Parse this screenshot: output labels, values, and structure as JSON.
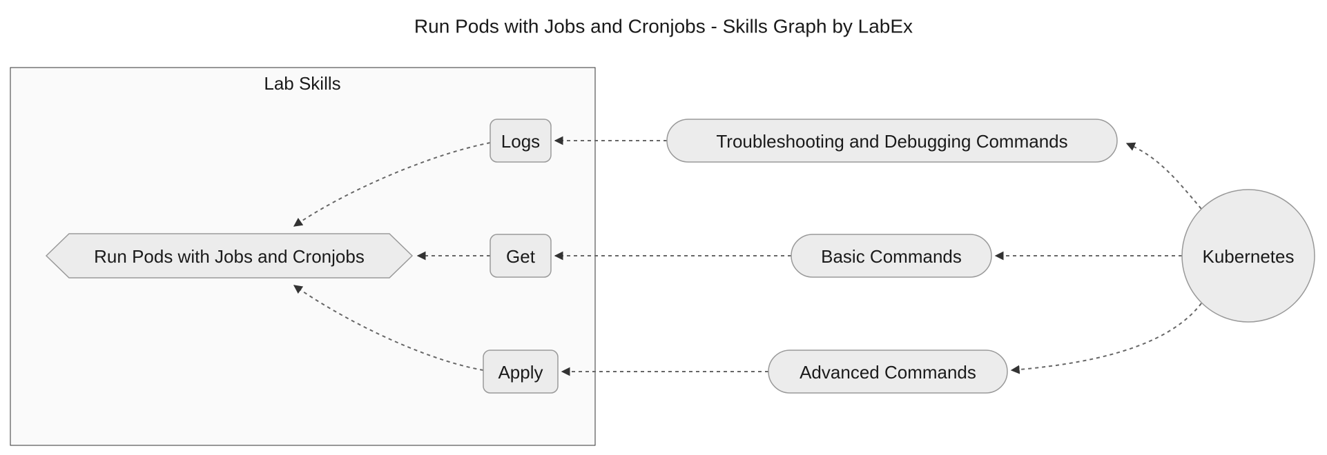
{
  "title": "Run Pods with Jobs and Cronjobs - Skills Graph by LabEx",
  "diagram": {
    "container_label": "Lab Skills",
    "nodes": {
      "main": {
        "label": "Run Pods with Jobs and Cronjobs",
        "shape": "hexagon"
      },
      "logs": {
        "label": "Logs",
        "shape": "rounded-rect"
      },
      "get": {
        "label": "Get",
        "shape": "rounded-rect"
      },
      "apply": {
        "label": "Apply",
        "shape": "rounded-rect"
      },
      "troubleshooting": {
        "label": "Troubleshooting and Debugging Commands",
        "shape": "pill"
      },
      "basic": {
        "label": "Basic Commands",
        "shape": "pill"
      },
      "advanced": {
        "label": "Advanced Commands",
        "shape": "pill"
      },
      "kubernetes": {
        "label": "Kubernetes",
        "shape": "circle"
      }
    },
    "edges": [
      {
        "from": "kubernetes",
        "to": "troubleshooting",
        "style": "dashed-arrow"
      },
      {
        "from": "kubernetes",
        "to": "basic",
        "style": "dashed-arrow"
      },
      {
        "from": "kubernetes",
        "to": "advanced",
        "style": "dashed-arrow"
      },
      {
        "from": "troubleshooting",
        "to": "logs",
        "style": "dashed-arrow"
      },
      {
        "from": "basic",
        "to": "get",
        "style": "dashed-arrow"
      },
      {
        "from": "advanced",
        "to": "apply",
        "style": "dashed-arrow"
      },
      {
        "from": "logs",
        "to": "main",
        "style": "dashed-arrow"
      },
      {
        "from": "get",
        "to": "main",
        "style": "dashed-arrow"
      },
      {
        "from": "apply",
        "to": "main",
        "style": "dashed-arrow"
      }
    ],
    "colors": {
      "node_fill": "#ececec",
      "node_stroke": "#999999",
      "edge_stroke": "#666666",
      "arrowhead": "#333333",
      "cluster_fill": "#fafafa",
      "cluster_stroke": "#333333",
      "text": "#1a1a1a"
    }
  }
}
